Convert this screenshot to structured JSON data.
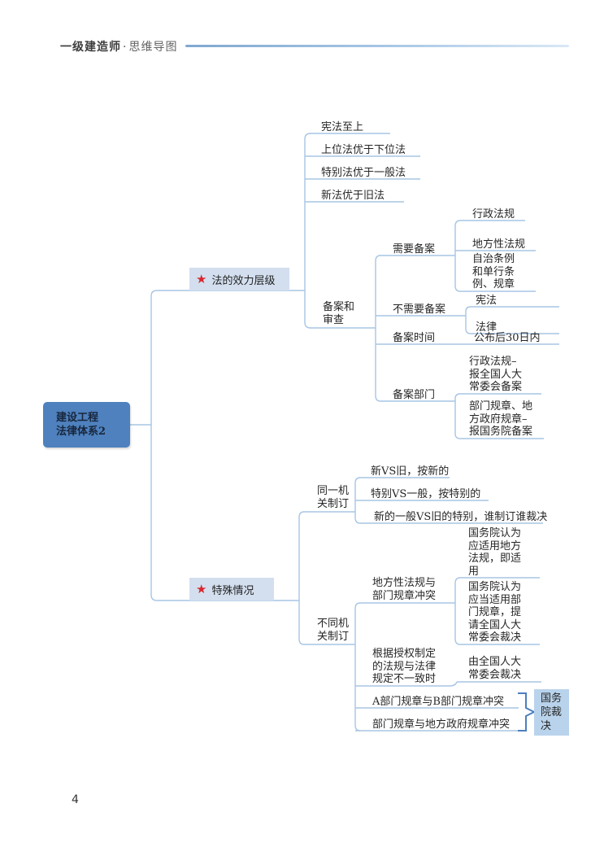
{
  "header": {
    "brand": "一级建造师",
    "separator": "·",
    "subtitle": "思维导图"
  },
  "page_number": "4",
  "icons": {
    "star": "★"
  },
  "colors": {
    "root_fill": "#4e81bd",
    "branch_fill": "#d3dfef",
    "verdict_fill": "#b9d3ec",
    "star_red": "#d9272e",
    "connector": "#a7c5e4",
    "bracket": "#4e7fbe"
  },
  "mindmap": {
    "root": "建设工程\n法律体系2",
    "b1": {
      "label": "法的效力层级",
      "i1": "宪法至上",
      "i2": "上位法优于下位法",
      "i3": "特别法优于一般法",
      "i4": "新法优于旧法",
      "beian": {
        "label": "备案和\n审查",
        "need": {
          "label": "需要备案",
          "c1": "行政法规",
          "c2": "地方性法规",
          "c3": "自治条例\n和单行条\n例、规章"
        },
        "noneed": {
          "label": "不需要备案",
          "c1": "宪法",
          "c2": "法律"
        },
        "time": {
          "label": "备案时间",
          "value": "公布后30日内"
        },
        "dept": {
          "label": "备案部门",
          "c1": "行政法规–\n报全国人大\n常委会备案",
          "c2": "部门规章、地\n方政府规章–\n报国务院备案"
        }
      }
    },
    "b2": {
      "label": "特殊情况",
      "same": {
        "label": "同一机\n关制订",
        "c1": "新VS旧，按新的",
        "c2": "特别VS一般，按特别的",
        "c3": "新的一般VS旧的特别，谁制订谁裁决"
      },
      "diff": {
        "label": "不同机\n关制订",
        "k1": {
          "label": "地方性法规与\n部门规章冲突",
          "c1": "国务院认为\n应适用地方\n法规，即适\n用",
          "c2": "国务院认为\n应当适用部\n门规章，提\n请全国人大\n常委会裁决"
        },
        "k2": {
          "label": "根据授权制定\n的法规与法律\n规定不一致时",
          "c1": "由全国人大\n常委会裁决"
        },
        "k3": "A部门规章与B部门规章冲突",
        "k4": "部门规章与地方政府规章冲突",
        "verdict": "国务\n院裁\n决"
      }
    }
  }
}
